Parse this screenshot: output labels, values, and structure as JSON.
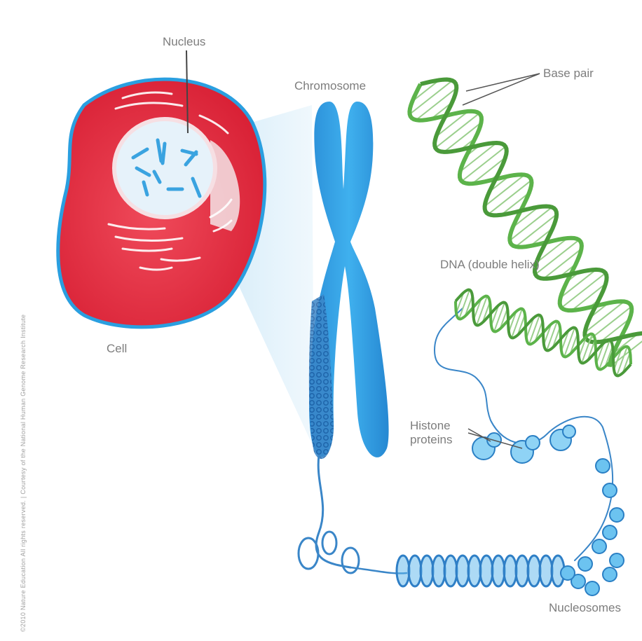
{
  "labels": {
    "nucleus": "Nucleus",
    "chromosome": "Chromosome",
    "base_pair": "Base pair",
    "cell": "Cell",
    "dna": "DNA (double helix)",
    "histone": "Histone\nproteins",
    "histone_line1": "Histone",
    "histone_line2": "proteins",
    "nucleosomes": "Nucleosomes"
  },
  "credit": "©2010 Nature Education  All rights reserved.  |  Courtesy of the National Human Genome Research Institute",
  "colors": {
    "cell_red": "#e0253a",
    "cell_outline": "#2a9fe0",
    "chromosome_blue": "#2f9be0",
    "chromosome_dark": "#1f6fb8",
    "dna_green": "#5cb34a",
    "zoom_cone": "#cfe9f8",
    "label_gray": "#7d7d7d"
  }
}
